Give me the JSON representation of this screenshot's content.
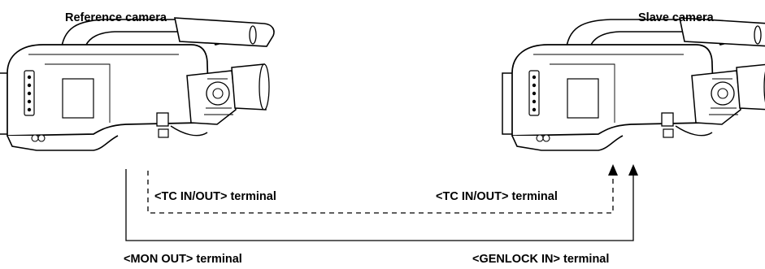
{
  "reference_camera": {
    "title": "Reference camera"
  },
  "slave_camera": {
    "title": "Slave camera"
  },
  "connections": {
    "tc_in_out_reference": "<TC IN/OUT> terminal",
    "tc_in_out_slave": "<TC IN/OUT> terminal",
    "mon_out": "<MON OUT> terminal",
    "genlock_in": "<GENLOCK IN> terminal"
  },
  "line_styles": {
    "timecode": "dashed",
    "genlock": "solid"
  },
  "colors": {
    "line": "#000000",
    "camera_body": "#ffffff",
    "camera_outline": "#000000"
  }
}
